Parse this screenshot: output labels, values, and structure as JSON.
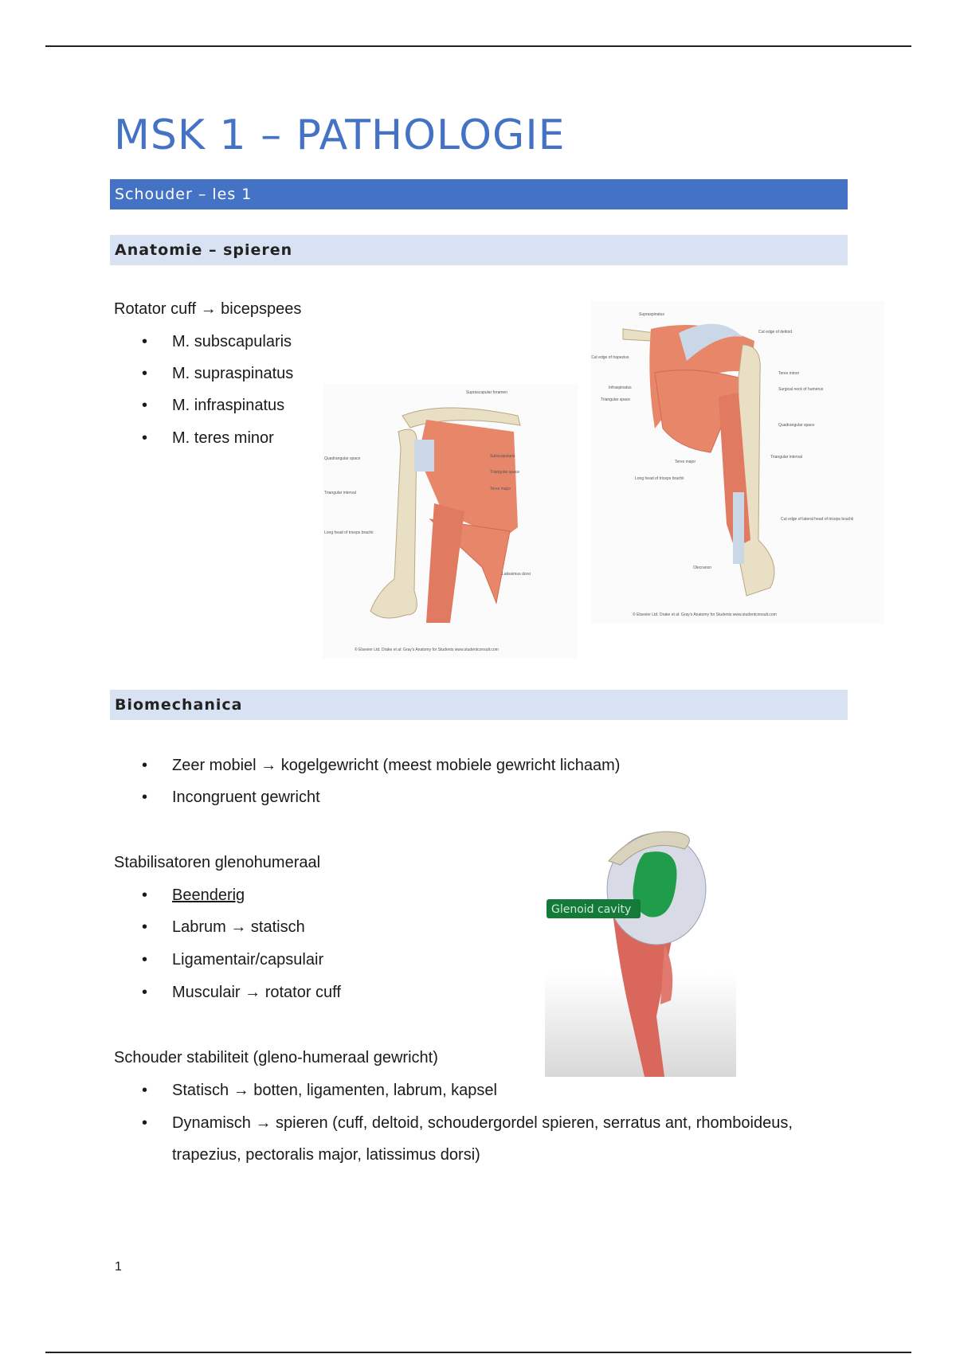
{
  "title": "MSK 1 – PATHOLOGIE",
  "section_heading": "Schouder – les 1",
  "subsections": {
    "anatomy": "Anatomie – spieren",
    "biomechanics": "Biomechanica"
  },
  "anatomy": {
    "intro": "Rotator cuff → bicepspees",
    "items": [
      "M. subscapularis",
      "M. supraspinatus",
      "M. infraspinatus",
      "M. teres minor"
    ],
    "figure_anterior": {
      "labels": [
        "Suprascapular foramen",
        "Subscapularis",
        "Quadrangular space",
        "Triangular space",
        "Teres major",
        "Triangular interval",
        "Long head of triceps brachii",
        "Latissimus dorsi"
      ],
      "credit": "© Elsevier Ltd. Drake et al: Gray's Anatomy for Students www.studentconsult.com"
    },
    "figure_posterior": {
      "labels": [
        "Supraspinatus",
        "Cut edge of deltoid",
        "Cut edge of trapezius",
        "Infraspinatus",
        "Teres minor",
        "Triangular space",
        "Surgical neck of humerus",
        "Quadrangular space",
        "Triangular interval",
        "Teres major",
        "Long head of triceps brachii",
        "Cut edge of lateral head of triceps brachii",
        "Olecranon"
      ],
      "credit": "© Elsevier Ltd. Drake et al: Gray's Anatomy for Students www.studentconsult.com"
    }
  },
  "biomechanics": {
    "bullets": [
      "Zeer mobiel → kogelgewricht (meest mobiele gewricht lichaam)",
      "Incongruent gewricht"
    ],
    "stabilizers_heading": "Stabilisatoren glenohumeraal",
    "stabilizers": [
      "Beenderig",
      "Labrum → statisch",
      "Ligamentair/capsulair",
      "Musculair → rotator cuff"
    ],
    "stability_heading": "Schouder stabiliteit (gleno-humeraal gewricht)",
    "stability": [
      "Statisch → botten, ligamenten, labrum, kapsel",
      "Dynamisch → spieren (cuff, deltoid, schoudergordel spieren, serratus ant, rhomboideus,",
      "trapezius, pectoralis major, latissimus dorsi)"
    ],
    "glenoid_label": "Glenoid cavity"
  },
  "page_number": "1",
  "colors": {
    "accent": "#4472c4",
    "light_band": "#d9e2f3",
    "muscle": "#e8866a",
    "bone": "#e9dfc4",
    "glenoid": "#1f9d4a"
  }
}
